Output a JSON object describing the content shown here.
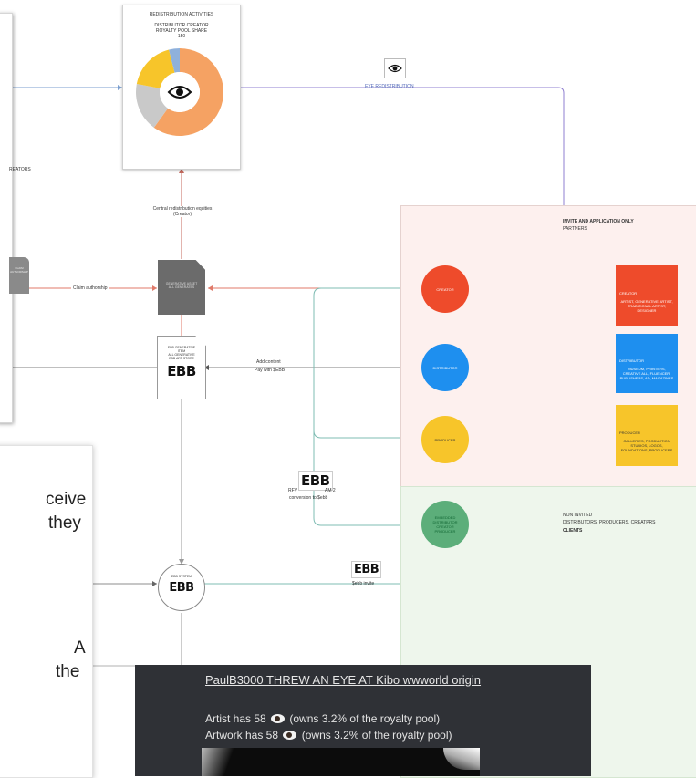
{
  "colors": {
    "red": "#ee4b2b",
    "blue": "#1e8fef",
    "yellow": "#f7c52a",
    "green": "#5cae7a",
    "orange_slice": "#f5a263",
    "grey_slice": "#c9c9c9",
    "teal_wire": "#7fbcb3",
    "purple_wire": "#8f7fd0",
    "red_wire": "#e07a6a",
    "dark_panel": "#2f3136"
  },
  "icons": {
    "eye": "eye-icon",
    "ebb": "ebb-logo"
  },
  "top_card": {
    "title": "REDISTRIBUTION ACTIVITIES",
    "subtitle": "DISTRIBUTOR CREATOR",
    "meta_line": "ROYALTY POOL SHARE",
    "count": "150"
  },
  "donut": {
    "type": "pie",
    "slice_colors": [
      "#f5a263",
      "#c9c9c9",
      "#f7c52a",
      "#8fb1dc"
    ],
    "slices": [
      {
        "label": "",
        "value": 60
      },
      {
        "label": "",
        "value": 18
      },
      {
        "label": "",
        "value": 18
      },
      {
        "label": "",
        "value": 4
      }
    ],
    "center_icon": "eye-icon"
  },
  "labels": {
    "eye_redistribution": "EYE REDISTRIBUTION",
    "central_redistribution": "Central redistribution equities",
    "creator_paren": "(Creator)",
    "claim_authorship": "Claim authorship",
    "add_content": "Add content",
    "pay_with_ebb": "Pay with $EBB",
    "conversion_prefix": "RFV",
    "conversion_suffix": "AM 2",
    "conversion_line2": "conversion to $ebb",
    "ebb_invite": "$ebb invite",
    "creators_partial": "REATORS"
  },
  "docs": {
    "grey_doc_text": "GENERATIVE ASSET ALL GENERATES",
    "white_doc_line1": "EBB GENERATIVE",
    "white_doc_line2": "ITEM",
    "white_doc_line3": "ALL GENERATIVE",
    "white_doc_line4": "EBB ART STORE",
    "ebb_mark": "EBB",
    "left_doc_text": "CLAIM AUTHORSHIP"
  },
  "zones": {
    "invite_title": "INVITE AND APPLICATION ONLY",
    "invite_subtitle": "PARTNERS",
    "non_invited_title": "NON INVITED",
    "non_invited_line": "DISTRIBUTORS, PRODUCERS, CREATPRS",
    "clients": "CLIENTS"
  },
  "circles": {
    "creator": "CREATOR",
    "distributor": "DISTRIBUTOR",
    "producer": "PRODUCER",
    "client": "EMBEDDED DISTRIBUTOR CREATOR PRODUCER"
  },
  "legend": {
    "red_title": "CREATOR",
    "red_body": "ARTIST, GENERATIVE ARTIST, TRADITIONAL ARTIST, DESIGNER",
    "blue_title": "DISTRIBUTOR",
    "blue_body": "MUSEUM, PRINTERS, CREATIVE ALL, FLUENCER, PUBLISHERS, AD, MAGAZINES",
    "yellow_title": "PRODUCER",
    "yellow_body": "GALLERIES, PRODUCTION STUDIOS, LOGOS, FOUNDATIONS, PRODUCERS"
  },
  "ebb_system": {
    "title": "EBB SYSTEM",
    "mark": "EBB"
  },
  "text_panel": {
    "line1": "ceive",
    "line2": "they",
    "line3": "A",
    "line4": "the"
  },
  "chat": {
    "title": "PaulB3000 THREW AN EYE AT Kibo wwworld origin",
    "artist_prefix": "Artist has 58",
    "artist_suffix": "(owns 3.2% of the royalty pool)",
    "artwork_prefix": "Artwork has 58",
    "artwork_suffix": "(owns 3.2% of the royalty pool)"
  }
}
